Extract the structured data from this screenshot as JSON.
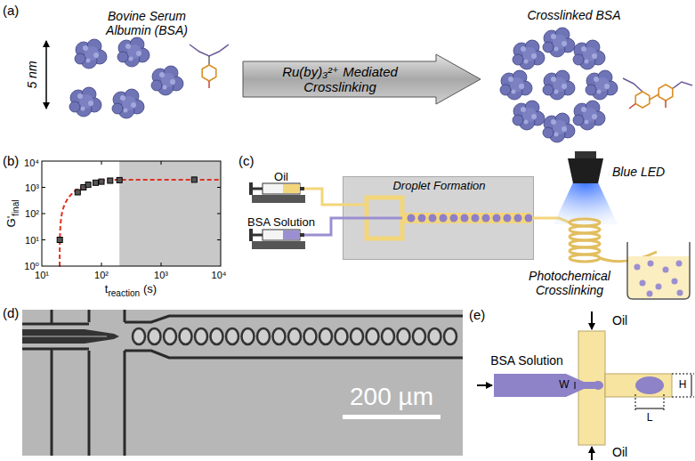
{
  "diagram": {
    "nodes": [
      {
        "text": [
          "Ru(by)₃²⁺ Mediated Crosslinking"
        ]
      },
      {
        "text": [
          "Droplet Formation"
        ]
      }
    ],
    "labels": [
      "(a)",
      "Bovine Serum Albumin (BSA)",
      "5 nm",
      "Crosslinked BSA",
      "(b)",
      "10⁰",
      "10¹",
      "10²",
      "10³",
      "10⁴",
      "10¹",
      "10²",
      "10³",
      "10⁴",
      "G'",
      "final",
      "t",
      "reaction",
      "(s)",
      "(c)",
      "Oil",
      "BSA Solution",
      "Blue LED",
      "Photochemical Crosslinking",
      "(d)",
      "200 µm",
      "(e)",
      "BSA Solution",
      "Oil",
      "Oil",
      "W",
      "H",
      "L"
    ]
  }
}
